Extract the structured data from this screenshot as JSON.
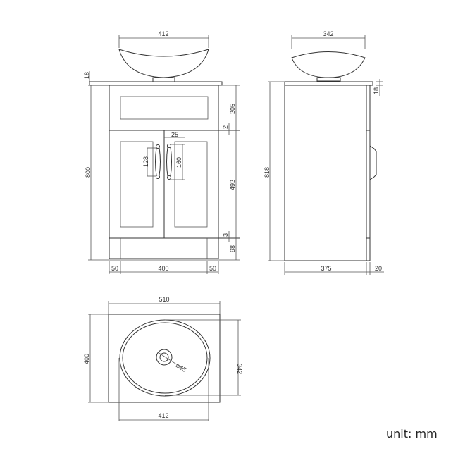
{
  "drawing": {
    "unit_label": "unit: mm",
    "front_view": {
      "basin_width": "412",
      "top_thickness": "18",
      "total_height": "800",
      "drawer_height": "205",
      "drawer_gap": "2",
      "door_height": "492",
      "door_gap": "3",
      "plinth_height": "98",
      "handle_offset": "25",
      "handle_left_length": "128",
      "handle_right_length": "160",
      "base_left": "50",
      "base_middle": "400",
      "base_right": "50"
    },
    "side_view": {
      "basin_depth": "342",
      "top_thickness": "18",
      "total_height": "818",
      "cabinet_depth": "375",
      "door_depth": "20"
    },
    "top_view": {
      "top_width": "510",
      "top_depth": "400",
      "basin_depth": "342",
      "basin_width": "412",
      "drain_diameter": "⌀45"
    }
  }
}
